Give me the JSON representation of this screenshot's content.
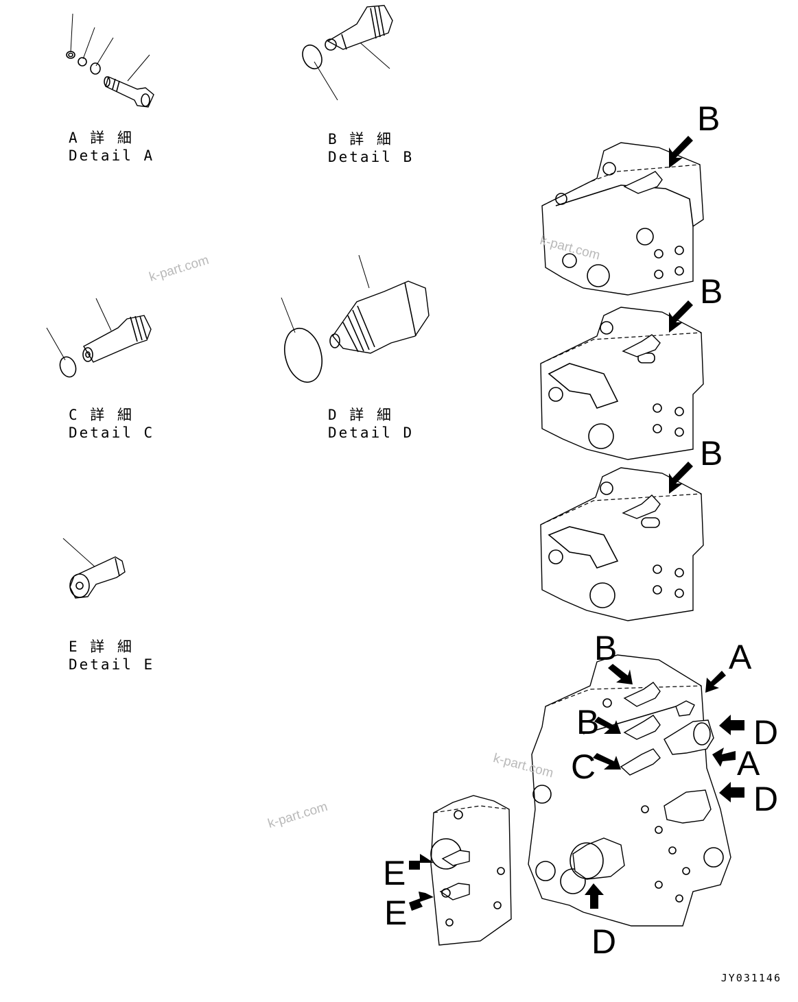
{
  "details": [
    {
      "id": "A",
      "jp": "A 詳 細",
      "en": "Detail A"
    },
    {
      "id": "B",
      "jp": "B 詳 細",
      "en": "Detail B"
    },
    {
      "id": "C",
      "jp": "C 詳 細",
      "en": "Detail C"
    },
    {
      "id": "D",
      "jp": "D 詳 細",
      "en": "Detail D"
    },
    {
      "id": "E",
      "jp": "E 詳 細",
      "en": "Detail E"
    }
  ],
  "callouts": {
    "block1_b": "B",
    "block2_b": "B",
    "block3_b": "B",
    "main_b1": "B",
    "main_b2": "B",
    "main_c": "C",
    "main_a1": "A",
    "main_a2": "A",
    "main_d1": "D",
    "main_d2": "D",
    "main_d3": "D",
    "side_e1": "E",
    "side_e2": "E"
  },
  "watermarks": [
    "k-part.com",
    "k-part.com",
    "k-part.com",
    "k-part.com"
  ],
  "drawing_code": "JY031146",
  "colors": {
    "line": "#000000",
    "background": "#ffffff",
    "watermark": "#b9b9b9"
  }
}
